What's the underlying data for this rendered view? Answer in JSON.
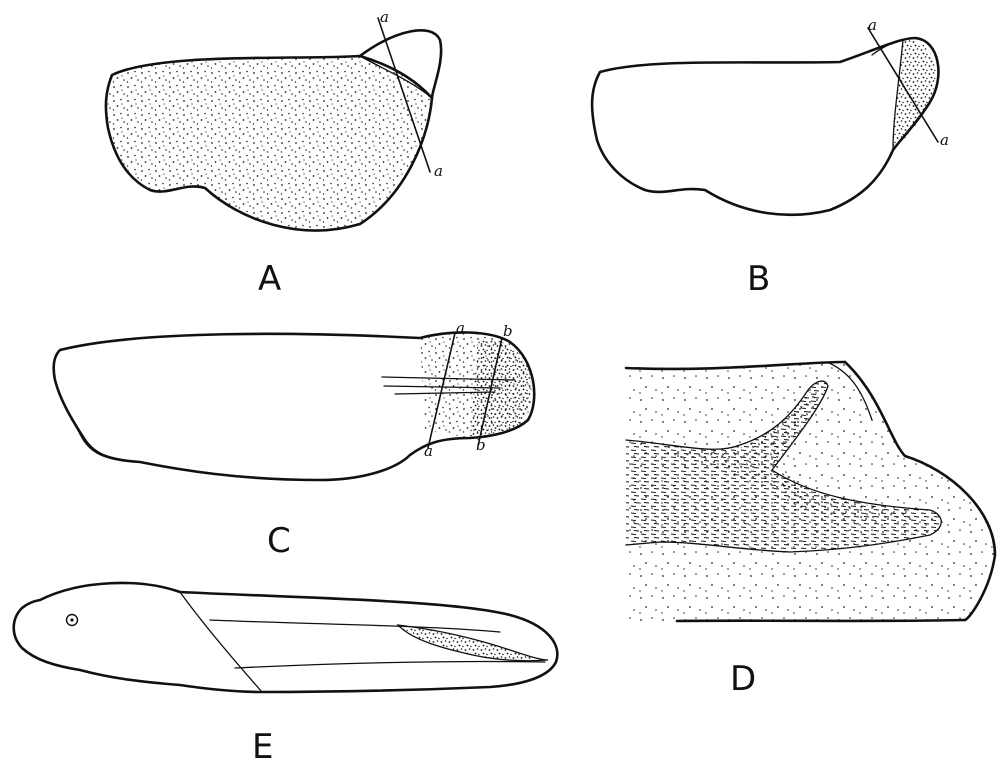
{
  "figure": {
    "panels": [
      {
        "id": "A",
        "label": "A",
        "cut_lines": [
          {
            "label_top": "a",
            "label_bottom": "a"
          }
        ]
      },
      {
        "id": "B",
        "label": "B",
        "cut_lines": [
          {
            "label_top": "a",
            "label_bottom": "a"
          }
        ]
      },
      {
        "id": "C",
        "label": "C",
        "cut_lines": [
          {
            "label_top": "a",
            "label_bottom": "a"
          },
          {
            "label_top": "b",
            "label_bottom": "b"
          }
        ]
      },
      {
        "id": "D",
        "label": "D",
        "cut_lines": []
      },
      {
        "id": "E",
        "label": "E",
        "cut_lines": []
      }
    ]
  }
}
